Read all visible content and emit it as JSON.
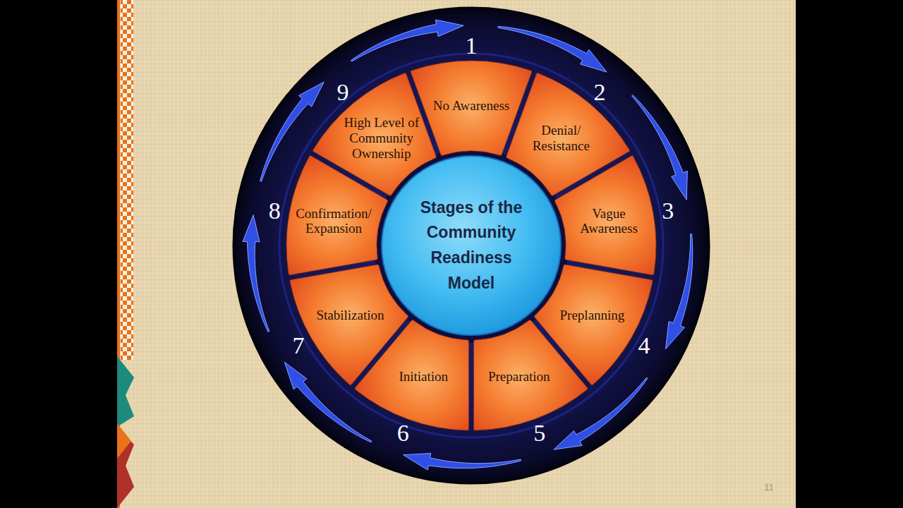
{
  "diagram": {
    "nodes": [
      {
        "text": [
          "Stages of the Community Readiness Model"
        ]
      },
      {
        "text": [
          "No Awareness"
        ]
      },
      {
        "text": [
          "Denial/ Resistance"
        ]
      },
      {
        "text": [
          "Vague Awareness"
        ]
      },
      {
        "text": [
          "Preplanning"
        ]
      },
      {
        "text": [
          "Preparation"
        ]
      },
      {
        "text": [
          "Initiation"
        ]
      },
      {
        "text": [
          "Stabilization"
        ]
      },
      {
        "text": [
          "Confirmation/ Expansion"
        ]
      },
      {
        "text": [
          "High Level of Community Ownership"
        ]
      }
    ],
    "labels": [
      "1",
      "2",
      "3",
      "4",
      "5",
      "6",
      "7",
      "8",
      "9",
      "11"
    ]
  }
}
